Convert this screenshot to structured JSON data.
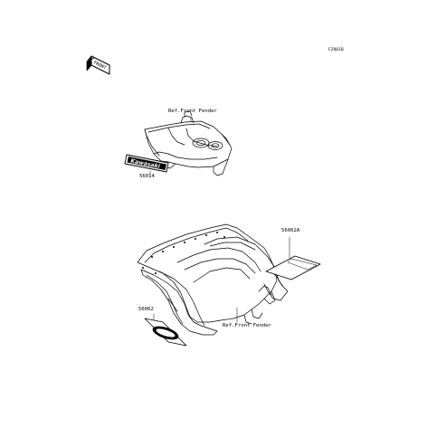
{
  "diagram": {
    "figure_code": "F2981B",
    "front_badge": "FRONT",
    "upper_group": {
      "reference_label": "Ref.Front Fender",
      "decal_part_number": "56014",
      "decal_text": "Kawasaki"
    },
    "lower_group": {
      "reference_label": "Ref.Front Fender",
      "part_right": "56062A",
      "part_left": "56062"
    }
  }
}
